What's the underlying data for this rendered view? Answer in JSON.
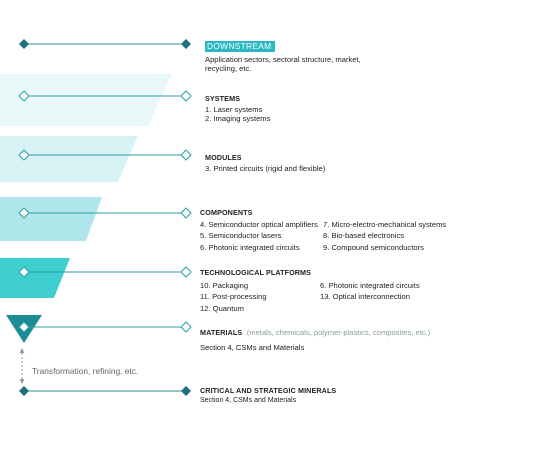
{
  "colors": {
    "teal_dark": "#1c8a93",
    "teal_line": "#2a9fa8",
    "teal_light": "#cfeff1",
    "teal_mid": "#9ee0e4",
    "teal_strong": "#33c6c9",
    "navy_marker": "#1e7a86",
    "badge": "#2ab8c4"
  },
  "downstream": {
    "title": "DOWNSTREAM",
    "line1": "Application sectors, sectoral structure, market,",
    "line2": "recycling, etc."
  },
  "systems": {
    "title": "SYSTEMS",
    "items": [
      "1. Laser systems",
      "2. Imaging systems"
    ]
  },
  "modules": {
    "title": "MODULES",
    "items": [
      "3. Printed circuits (rigid and flexible)"
    ]
  },
  "components": {
    "title": "COMPONENTS",
    "col1": [
      "4. Semiconductor optical amplifiers",
      "5. Semiconductor lasers",
      "6. Photonic integrated circuits"
    ],
    "col2": [
      "7. Micro-electro-mechanical systems",
      "8. Bio-based electronics",
      "9. Compound semiconductors"
    ]
  },
  "platforms": {
    "title": "TECHNOLOGICAL PLATFORMS",
    "col1": [
      "10. Packaging",
      "11. Post-processing",
      "12. Quantum"
    ],
    "col2": [
      "6. Photonic integrated circuits",
      "13. Optical interconnection"
    ]
  },
  "materials": {
    "title": "MATERIALS",
    "detail": "(metals, chemicals, polymer-plastics, composites, etc.)",
    "line": "Section 4, CSMs and Materials"
  },
  "transformation": {
    "label": "Transformation, refining, etc."
  },
  "csm": {
    "title": "CRITICAL AND STRATEGIC MINERALS",
    "line": "Section 4, CSMs and Materials"
  }
}
